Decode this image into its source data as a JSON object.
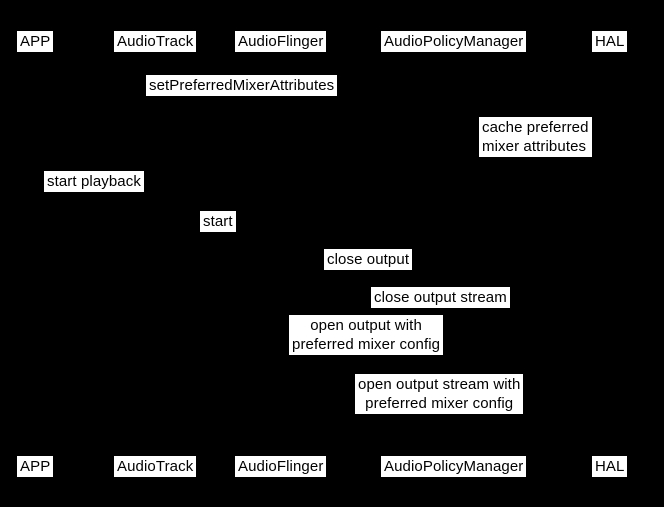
{
  "diagram": {
    "type": "sequence",
    "colors": {
      "background": "#000000",
      "label_background": "#ffffff",
      "label_text": "#000000"
    }
  },
  "participants": [
    "APP",
    "AudioTrack",
    "AudioFlinger",
    "AudioPolicyManager",
    "HAL"
  ],
  "messages": {
    "set_preferred_mixer_attributes": "setPreferredMixerAttributes",
    "cache_preferred_mixer_attributes": "cache preferred\nmixer attributes",
    "start_playback": "start playback",
    "start": "start",
    "close_output": "close output",
    "close_output_stream": "close output stream",
    "open_output_with_preferred_mixer_config": "open output with\npreferred mixer config",
    "open_output_stream_with_preferred_mixer_config": "open output stream with\npreferred mixer config"
  }
}
